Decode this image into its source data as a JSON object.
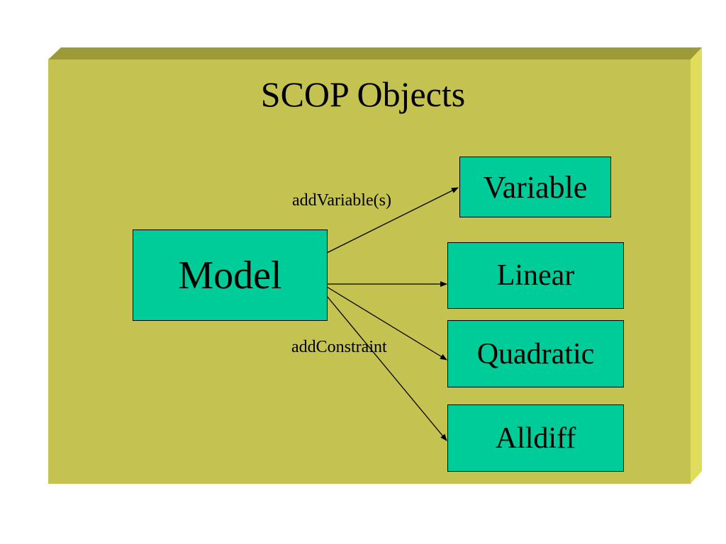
{
  "slide": {
    "title": "SCOP Objects",
    "colors": {
      "panel_face": "#c4c250",
      "panel_top": "#9d9a3a",
      "panel_side": "#e0dc5c",
      "node_fill": "#00cc99",
      "line": "#000000"
    }
  },
  "diagram": {
    "nodes": {
      "model": "Model",
      "variable": "Variable",
      "linear": "Linear",
      "quadratic": "Quadratic",
      "alldiff": "Alldiff"
    },
    "edge_labels": {
      "add_variables": "addVariable(s)",
      "add_constraint": "addConstraint"
    }
  }
}
